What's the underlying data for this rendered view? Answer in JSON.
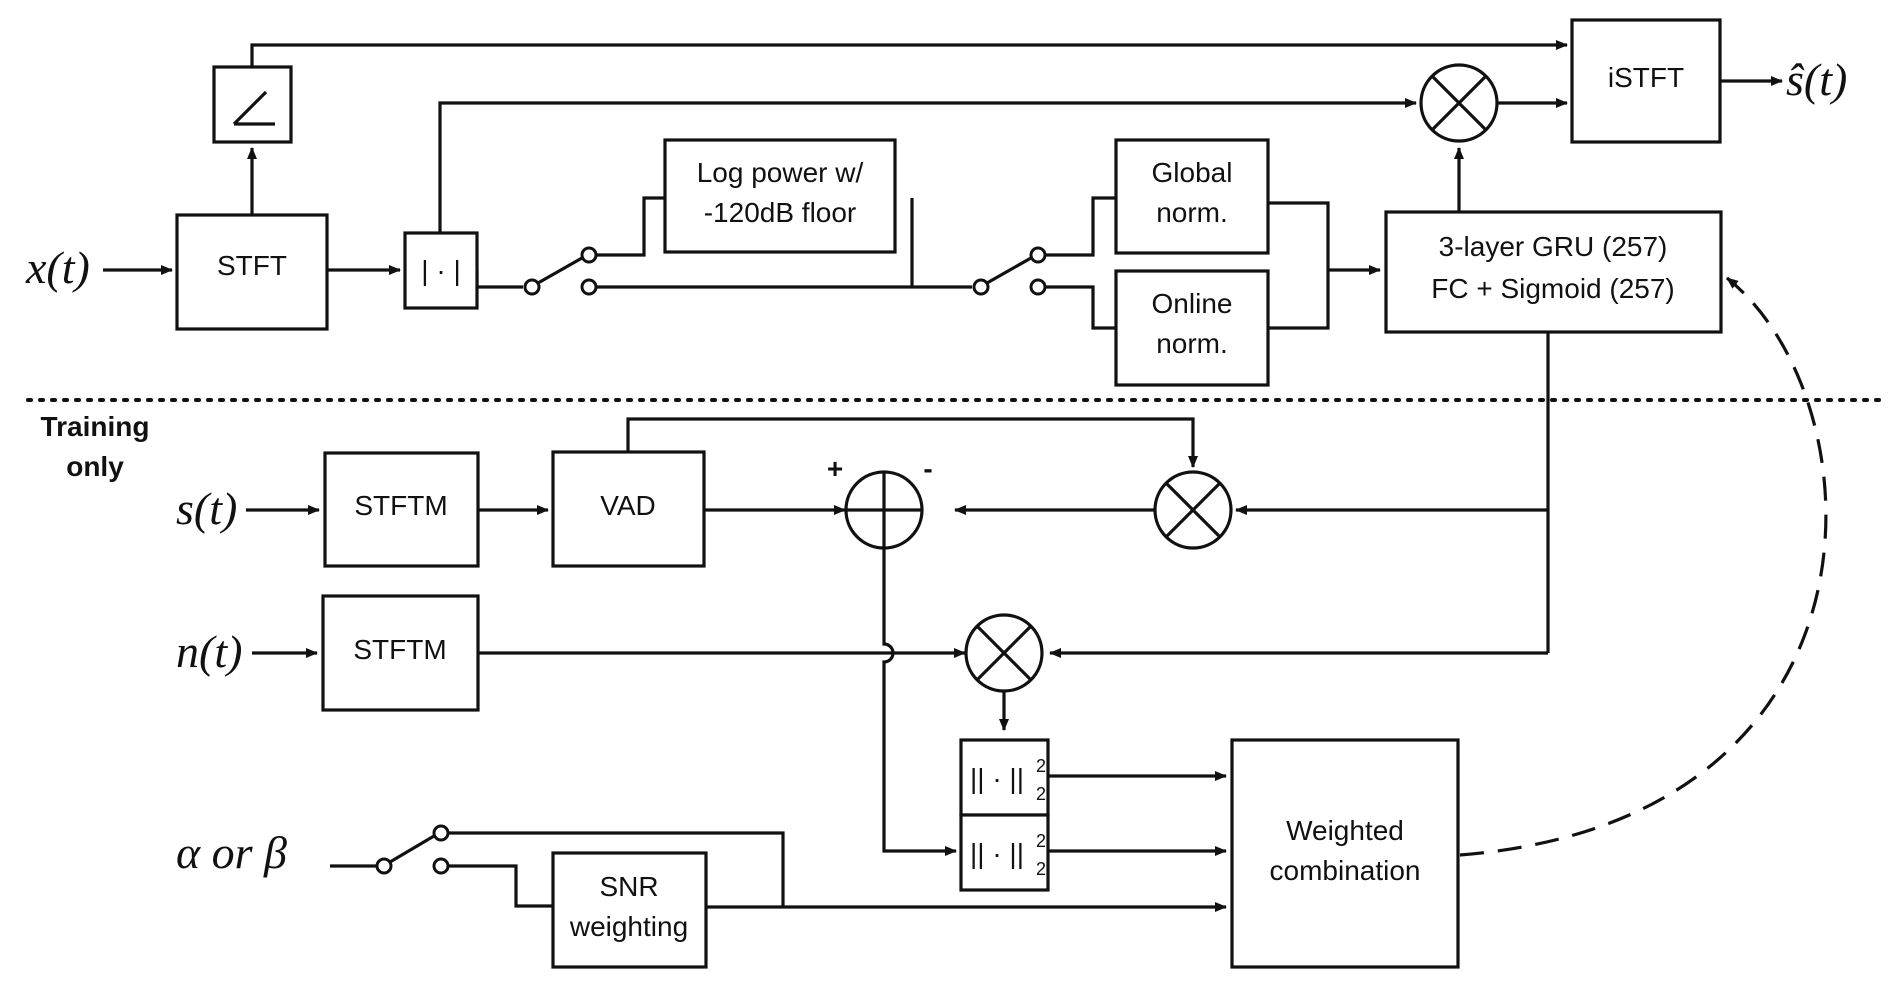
{
  "blocks": {
    "stft": "STFT",
    "abs": "| · |",
    "log_power_line1": "Log power w/",
    "log_power_line2": "-120dB floor",
    "global_norm_line1": "Global",
    "global_norm_line2": "norm.",
    "online_norm_line1": "Online",
    "online_norm_line2": "norm.",
    "gru_line1": "3-layer GRU (257)",
    "gru_line2": "FC + Sigmoid (257)",
    "istft": "iSTFT",
    "stftm_s": "STFTM",
    "vad": "VAD",
    "stftm_n": "STFTM",
    "norm_sq_top": "|| · ||",
    "norm_sq_bottom": "|| · ||",
    "norm_sub": "2",
    "norm_sup": "2",
    "snr_line1": "SNR",
    "snr_line2": "weighting",
    "weighted_line1": "Weighted",
    "weighted_line2": "combination"
  },
  "signals": {
    "input_x": "x(t)",
    "output_s_hat": "ŝ(t)",
    "input_s": "s(t)",
    "input_n": "n(t)",
    "alpha_beta": "α or β"
  },
  "section": {
    "training_line1": "Training",
    "training_line2": "only"
  },
  "summer_signs": {
    "plus": "+",
    "minus": "-"
  },
  "icons": {
    "phase": "angle-icon",
    "multiply": "circled-times-icon",
    "sum": "circled-plus-icon",
    "switch": "switch-icon"
  },
  "colors": {
    "ink": "#111111",
    "background": "#ffffff"
  }
}
